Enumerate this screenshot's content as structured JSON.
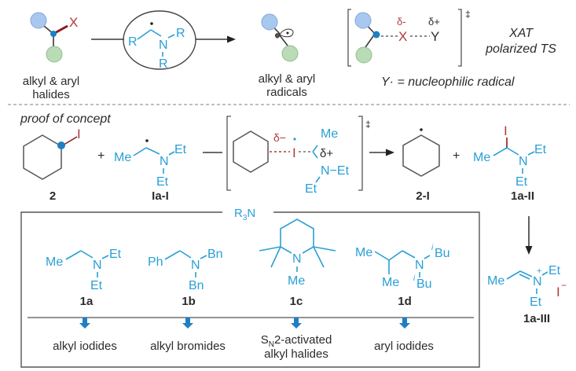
{
  "top_scheme": {
    "substrate_label_line1": "alkyl & aryl",
    "substrate_label_line2": "halides",
    "substrate_halogen": "X",
    "reagent_atoms": {
      "r_left": "R",
      "n": "N",
      "r_right": "R",
      "r_bottom": "R"
    },
    "product_label_line1": "alkyl & aryl",
    "product_label_line2": "radicals",
    "ts": {
      "delta_minus": "δ-",
      "delta_plus": "δ+",
      "x": "X",
      "y": "Y",
      "dagger": "‡",
      "title_line1": "XAT",
      "title_line2": "polarized TS",
      "definition": "Y· = nucleophilic radical"
    }
  },
  "proof": {
    "heading": "proof of concept",
    "compound_2": {
      "label": "2",
      "halogen": "I"
    },
    "plus1": "+",
    "compound_1a_I": {
      "label": "Ia-I",
      "me": "Me",
      "n": "N",
      "et1": "Et",
      "et2": "Et"
    },
    "ts": {
      "delta_minus": "δ−",
      "delta_plus": "δ+",
      "iodine": "I",
      "me": "Me",
      "n_et": "N−Et",
      "et": "Et",
      "dagger": "‡"
    },
    "compound_2_I": {
      "label": "2-I"
    },
    "plus2": "+",
    "compound_1a_II": {
      "label": "1a-II",
      "iodine": "I",
      "me": "Me",
      "n": "N",
      "et1": "Et",
      "et2": "Et"
    },
    "compound_1a_III": {
      "label": "1a-III",
      "me": "Me",
      "n": "N",
      "charge_plus": "+",
      "et1": "Et",
      "et2": "Et",
      "iodide": "I",
      "charge_minus": "−"
    }
  },
  "amines_box": {
    "title_r": "R",
    "title_sub": "3",
    "title_n": "N",
    "amines": [
      {
        "label": "1a",
        "scope": "alkyl iodides",
        "atoms": [
          "Me",
          "N",
          "Et",
          "Et"
        ]
      },
      {
        "label": "1b",
        "scope": "alkyl bromides",
        "atoms": [
          "Ph",
          "N",
          "Bn",
          "Bn"
        ]
      },
      {
        "label": "1c",
        "scope_s": "S",
        "scope_sub": "N",
        "scope_rest": "2-activated",
        "scope_line2": "alkyl halides",
        "atoms": [
          "N",
          "Me"
        ]
      },
      {
        "label": "1d",
        "scope": "aryl iodides",
        "atoms": [
          "Me",
          "Me",
          "N",
          "i",
          "Bu",
          "i",
          "Bu"
        ]
      }
    ]
  },
  "colors": {
    "amine_blue": "#2a9fd6",
    "halogen_red": "#b03a3a",
    "sphere_blue": "#a9c8f0",
    "sphere_green": "#b9dbb6",
    "arrow_blue": "#1f7fc4"
  }
}
